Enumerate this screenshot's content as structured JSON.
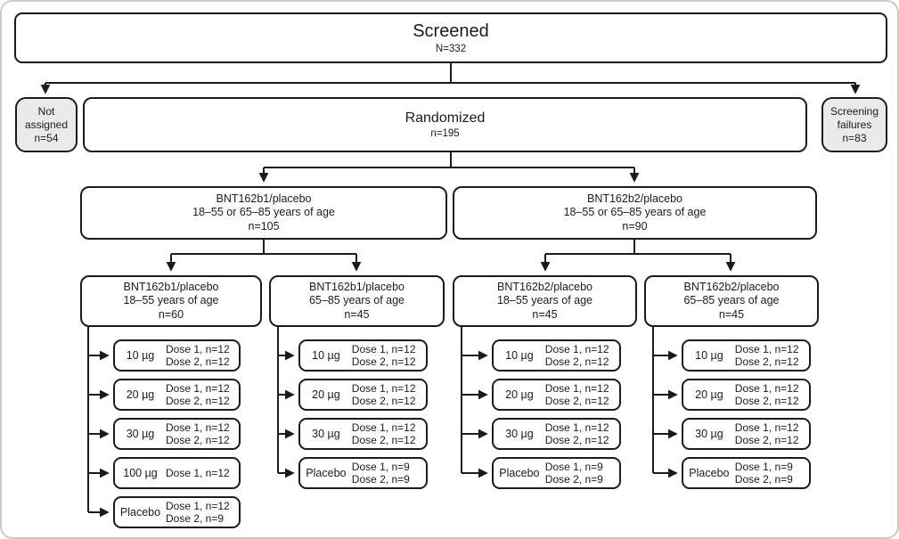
{
  "diagram": {
    "screened": {
      "title": "Screened",
      "n": "N=332"
    },
    "not_assigned": {
      "text": "Not assigned",
      "n": "n=54"
    },
    "randomized": {
      "title": "Randomized",
      "n": "n=195"
    },
    "screening_failures": {
      "text": "Screening failures",
      "n": "n=83"
    },
    "arms": [
      {
        "line1": "BNT162b1/placebo",
        "line2": "18–55 or 65–85 years of age",
        "n": "n=105"
      },
      {
        "line1": "BNT162b2/placebo",
        "line2": "18–55 or 65–85 years of age",
        "n": "n=90"
      }
    ],
    "groups": [
      {
        "line1": "BNT162b1/placebo",
        "line2": "18–55 years of age",
        "n": "n=60"
      },
      {
        "line1": "BNT162b1/placebo",
        "line2": "65–85 years of age",
        "n": "n=45"
      },
      {
        "line1": "BNT162b2/placebo",
        "line2": "18–55 years of age",
        "n": "n=45"
      },
      {
        "line1": "BNT162b2/placebo",
        "line2": "65–85 years of age",
        "n": "n=45"
      }
    ],
    "dose_columns": [
      {
        "doses": [
          {
            "label": "10 µg",
            "line1": "Dose 1, n=12",
            "line2": "Dose 2, n=12"
          },
          {
            "label": "20 µg",
            "line1": "Dose 1, n=12",
            "line2": "Dose 2, n=12"
          },
          {
            "label": "30 µg",
            "line1": "Dose 1, n=12",
            "line2": "Dose 2, n=12"
          },
          {
            "label": "100 µg",
            "line1": "Dose 1, n=12",
            "line2": ""
          },
          {
            "label": "Placebo",
            "line1": "Dose 1, n=12",
            "line2": "Dose 2, n=9"
          }
        ]
      },
      {
        "doses": [
          {
            "label": "10 µg",
            "line1": "Dose 1, n=12",
            "line2": "Dose 2, n=12"
          },
          {
            "label": "20 µg",
            "line1": "Dose 1, n=12",
            "line2": "Dose 2, n=12"
          },
          {
            "label": "30 µg",
            "line1": "Dose 1, n=12",
            "line2": "Dose 2, n=12"
          },
          {
            "label": "Placebo",
            "line1": "Dose 1, n=9",
            "line2": "Dose 2, n=9"
          }
        ]
      },
      {
        "doses": [
          {
            "label": "10 µg",
            "line1": "Dose 1, n=12",
            "line2": "Dose 2, n=12"
          },
          {
            "label": "20 µg",
            "line1": "Dose 1, n=12",
            "line2": "Dose 2, n=12"
          },
          {
            "label": "30 µg",
            "line1": "Dose 1, n=12",
            "line2": "Dose 2, n=12"
          },
          {
            "label": "Placebo",
            "line1": "Dose 1, n=9",
            "line2": "Dose 2, n=9"
          }
        ]
      },
      {
        "doses": [
          {
            "label": "10 µg",
            "line1": "Dose 1, n=12",
            "line2": "Dose 2, n=12"
          },
          {
            "label": "20 µg",
            "line1": "Dose 1, n=12",
            "line2": "Dose 2, n=12"
          },
          {
            "label": "30 µg",
            "line1": "Dose 1, n=12",
            "line2": "Dose 2, n=12"
          },
          {
            "label": "Placebo",
            "line1": "Dose 1, n=9",
            "line2": "Dose 2, n=9"
          }
        ]
      }
    ],
    "colors": {
      "box_border": "#1b1b1b",
      "shaded_fill": "#eaeaea",
      "line": "#1b1b1b"
    }
  }
}
